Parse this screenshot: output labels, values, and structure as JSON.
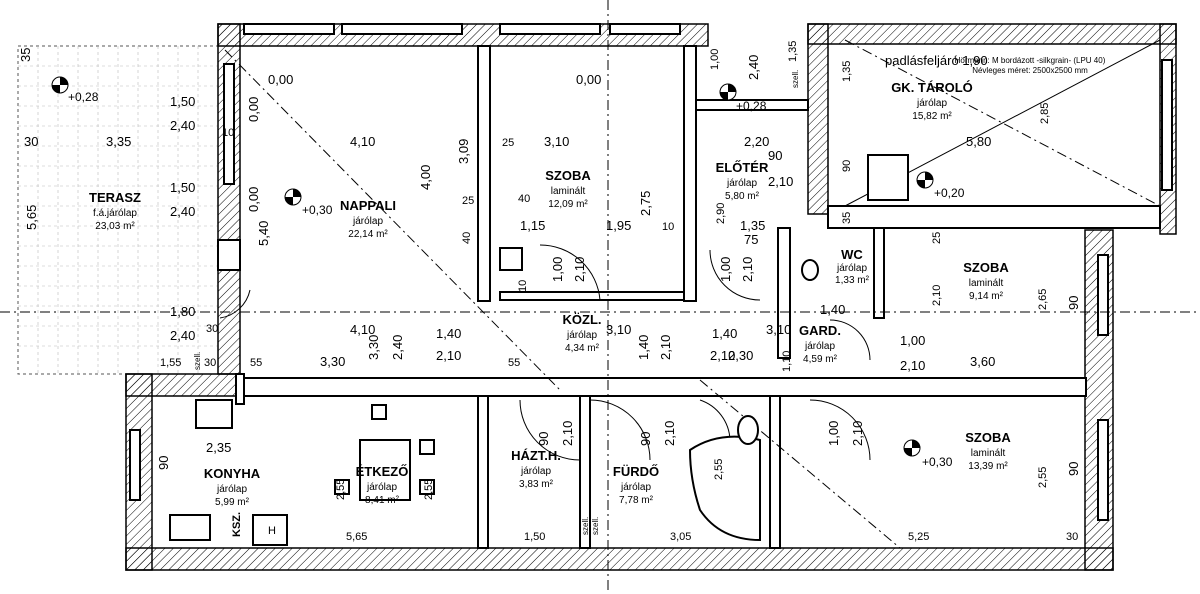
{
  "rooms": [
    {
      "name": "TERASZ",
      "floor": "f.á.járólap",
      "area": "23,03 m²"
    },
    {
      "name": "NAPPALI",
      "floor": "járólap",
      "area": "22,14 m²"
    },
    {
      "name": "SZOBA",
      "floor": "laminált",
      "area": "12,09 m²"
    },
    {
      "name": "ELŐTÉR",
      "floor": "járólap",
      "area": "5,80 m²"
    },
    {
      "name": "GK. TÁROLÓ",
      "floor": "járólap",
      "area": "15,82 m²"
    },
    {
      "name": "WC",
      "floor": "járólap",
      "area": "1,33 m²"
    },
    {
      "name": "SZOBA",
      "floor": "laminált",
      "area": "9,14 m²"
    },
    {
      "name": "KÖZL.",
      "floor": "járólap",
      "area": "4,34 m²"
    },
    {
      "name": "GARD.",
      "floor": "járólap",
      "area": "4,59 m²"
    },
    {
      "name": "KONYHA",
      "floor": "járólap",
      "area": "5,99 m²"
    },
    {
      "name": "ÉTKEZŐ",
      "floor": "járólap",
      "area": "8,41 m²"
    },
    {
      "name": "HÁZT.H.",
      "floor": "járólap",
      "area": "3,83 m²"
    },
    {
      "name": "FÜRDŐ",
      "floor": "járólap",
      "area": "7,78 m²"
    },
    {
      "name": "SZOBA",
      "floor": "laminált",
      "area": "13,39 m²"
    }
  ],
  "levels": [
    "+0,28",
    "+0,30",
    "+0,28",
    "+0,20",
    "+0,30"
  ],
  "notes": {
    "attic_stair": "padlásfeljáró 1,90",
    "garage_door_1": "Hörmann: M bordázott -silkgrain- (LPU 40)",
    "garage_door_2": "Névleges méret: 2500x2500 mm",
    "ksz": "KSZ.",
    "h": "H",
    "szell1": "szell.",
    "szell2": "szell.",
    "szell3": "szell.",
    "szell4": "szell."
  },
  "dims": {
    "t35": "35",
    "t30": "30",
    "t335": "3,35",
    "t565": "5,65",
    "t150a": "1,50",
    "t240a": "2,40",
    "t150b": "1,50",
    "t240b": "2,40",
    "t180": "1,80",
    "t240c": "2,40",
    "t30b": "30",
    "t155": "1,55",
    "t30c": "30",
    "t55": "55",
    "t330": "3,30",
    "t000a": "0,00",
    "t000b": "0,00",
    "t000c": "0,00",
    "t000d": "0,00",
    "t10": "10",
    "t410a": "4,10",
    "t309": "3,09",
    "t400": "4,00",
    "t540": "5,40",
    "t25a": "25",
    "t40a": "40",
    "t40b": "40",
    "t410b": "4,10",
    "t140a": "1,40",
    "t210a": "2,10",
    "t330b": "3,30",
    "t240d": "2,40",
    "t310a": "3,10",
    "t25b": "25",
    "t115": "1,15",
    "t195": "1,95",
    "t275": "2,75",
    "t10b": "10",
    "t100a": "1,00",
    "t210b": "2,10",
    "t10c": "10",
    "t310b": "3,10",
    "t140b": "1,40",
    "t210c": "2,10",
    "t140c": "1,40",
    "t210d": "2,10",
    "t100b": "1,00",
    "t210e": "2,10",
    "t310c": "3,10",
    "t220": "2,20",
    "t90a": "90",
    "t210f": "2,10",
    "t135a": "1,35",
    "t75": "75",
    "t290": "2,90",
    "t240e": "2,40",
    "t135b": "1,35",
    "t100c": "1,00",
    "t135c": "1,35",
    "t580": "5,80",
    "t285": "2,85",
    "t90b": "90",
    "t35b": "35",
    "t25c": "25",
    "t210g": "2,10",
    "t265": "2,65",
    "t90c": "90",
    "t140d": "1,40",
    "t100d": "1,00",
    "t210h": "2,10",
    "t360": "3,60",
    "t230": "2,30",
    "t55b": "55",
    "t110": "1,10",
    "t235": "2,35",
    "t90d": "90",
    "t255a": "2,55",
    "t255b": "2,55",
    "t565b": "5,65",
    "t90e": "90",
    "t210i": "2,10",
    "t150c": "1,50",
    "t90f": "90",
    "t210j": "2,10",
    "t255c": "2,55",
    "t305": "3,05",
    "t100e": "1,00",
    "t210k": "2,10",
    "t525": "5,25",
    "t255d": "2,55",
    "t90g": "90",
    "t30d": "30"
  }
}
